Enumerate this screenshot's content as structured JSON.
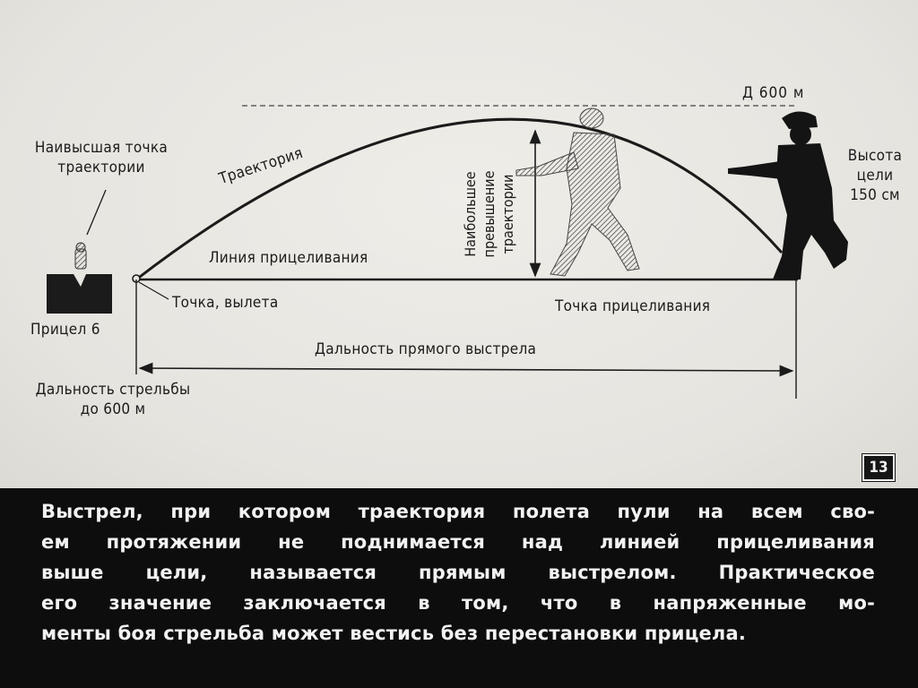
{
  "labels": {
    "top_point": "Д 600 м",
    "highest_point_line1": "Наивысшая точка",
    "highest_point_line2": "траектории",
    "trajectory": "Траектория",
    "max_rise_line1": "Наибольшее",
    "max_rise_line2": "превышение",
    "max_rise_line3": "траектории",
    "target_height_line1": "Высота",
    "target_height_line2": "цели",
    "target_height_line3": "150 см",
    "aim_line": "Линия прицеливания",
    "departure_point": "Точка, вылета",
    "aim_point": "Точка прицеливания",
    "sight": "Прицел 6",
    "direct_shot_range": "Дальность прямого выстрела",
    "firing_range_line1": "Дальность стрельбы",
    "firing_range_line2": "до 600 м"
  },
  "slide_number": "13",
  "caption": {
    "lines": [
      "Выстрел, при котором траектория полета пули на всем сво-",
      "ем протяжении не поднимается над линией прицеливания",
      "выше цели, называется прямым выстрелом. Практическое",
      "его значение заключается в том, что в напряженные мо-",
      "менты боя стрельба может вестись без перестановки прицела."
    ]
  },
  "colors": {
    "ink": "#1b1b1b",
    "paper": "#e9e7e2",
    "band": "#0d0d0d",
    "caption_text": "#f2f2f2"
  }
}
